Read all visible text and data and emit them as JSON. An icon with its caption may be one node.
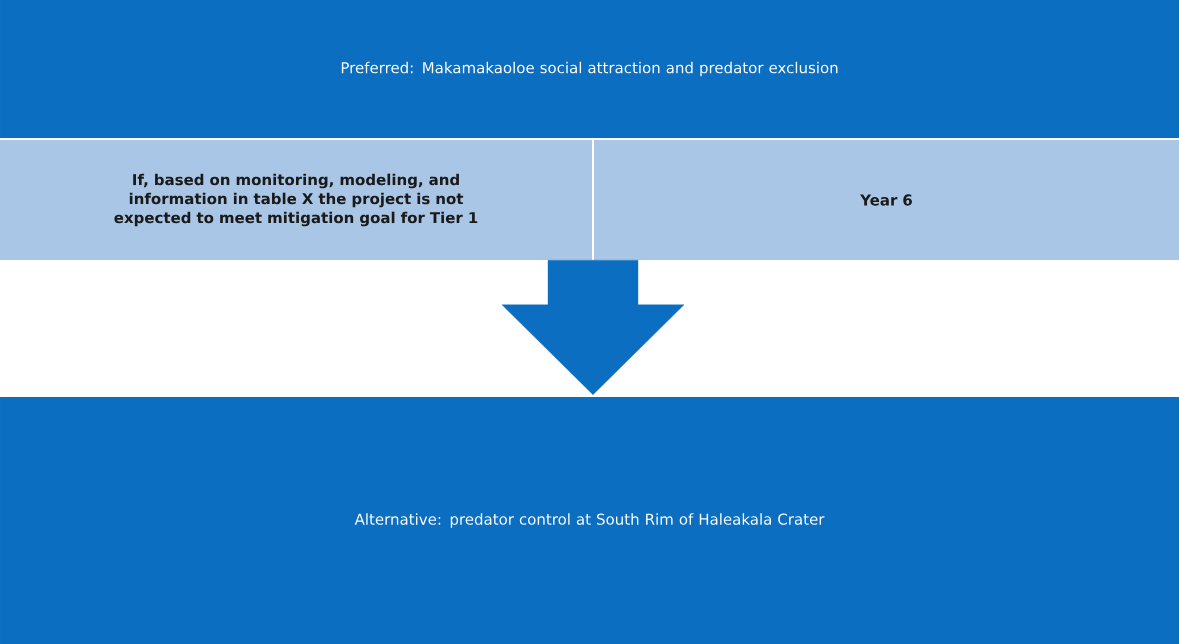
{
  "diagram": {
    "nodes": [
      {
        "text": [
          "Preferred: Makamakaoloe social attraction and predator exclusion"
        ]
      },
      {
        "text": [
          "If, based on monitoring, modeling, and information in table X the project is not expected to meet mitigation goal for Tier 1"
        ]
      },
      {
        "text": [
          "Year 6"
        ]
      },
      {
        "text": [
          "Alternative: predator control at South Rim of Haleakala Crater"
        ]
      }
    ],
    "edges": [
      {
        "from": 1,
        "to": 3,
        "arrow": "to"
      },
      {
        "from": 2,
        "to": 3,
        "arrow": "to"
      }
    ]
  }
}
